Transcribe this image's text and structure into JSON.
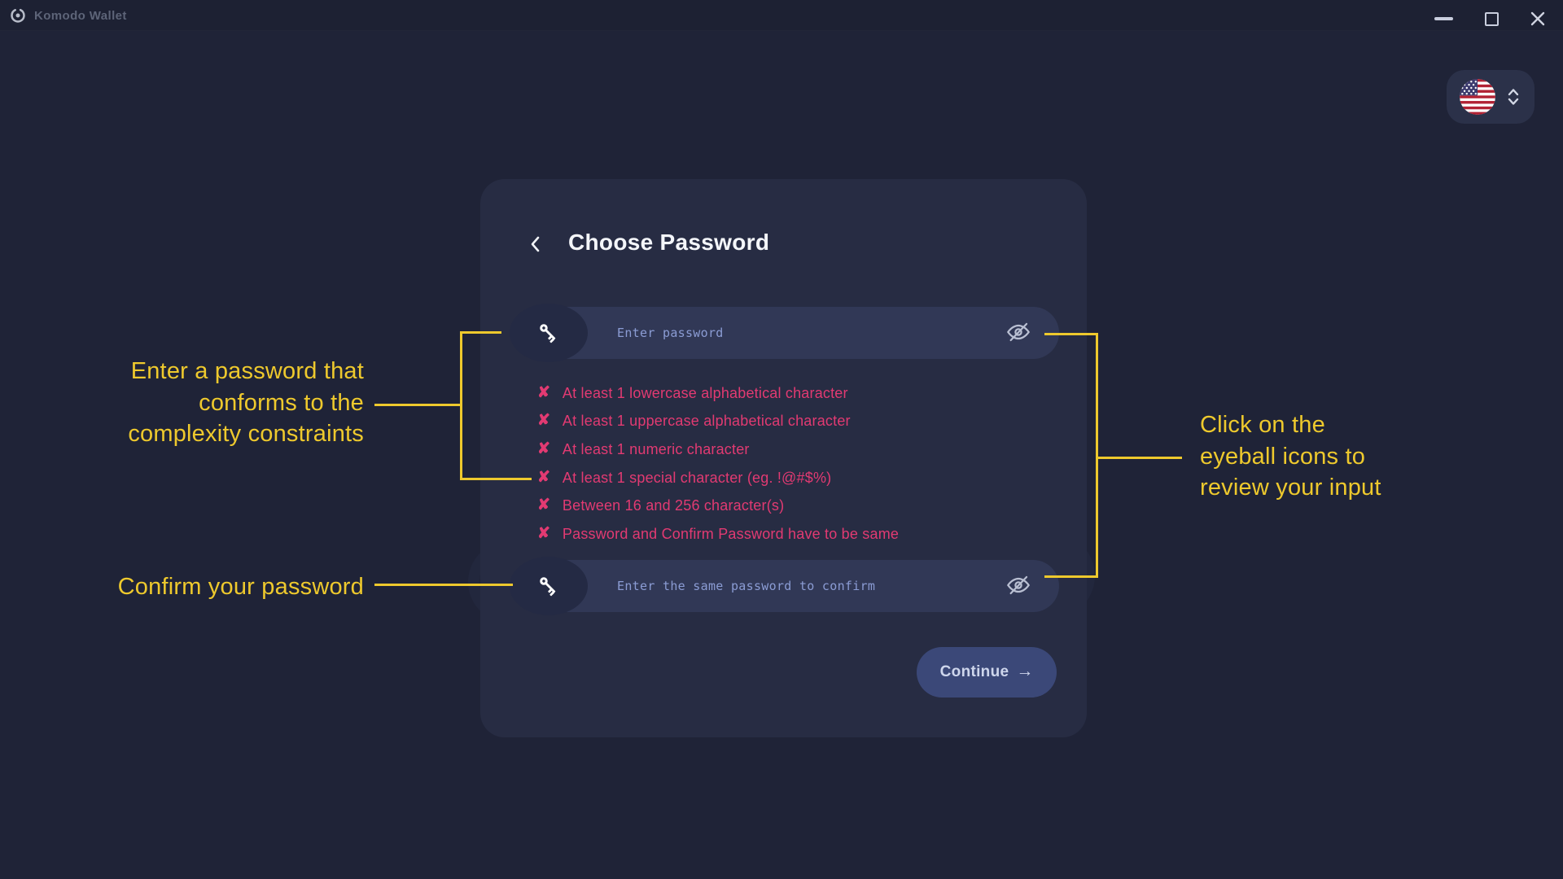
{
  "titlebar": {
    "app_title": "Komodo Wallet",
    "logo_icon": "komodo-logo-icon",
    "controls": {
      "minimize": "minimize-icon",
      "maximize": "maximize-icon",
      "close": "close-icon"
    }
  },
  "language_selector": {
    "flag_icon": "us-flag-icon",
    "chevrons_icon": "up-down-chevrons-icon"
  },
  "dialog": {
    "back_icon": "chevron-left-icon",
    "title": "Choose Password",
    "password_field": {
      "icon": "key-icon",
      "placeholder": "Enter password",
      "value": "",
      "visibility_icon": "eye-slash-icon"
    },
    "validation": {
      "fail_mark": "✘",
      "status_color": "#e23a72",
      "items": [
        "At least 1 lowercase alphabetical character",
        "At least 1 uppercase alphabetical character",
        "At least 1 numeric character",
        "At least 1 special character (eg. !@#$%)",
        "Between 16 and 256 character(s)",
        "Password and Confirm Password have to be same"
      ]
    },
    "confirm_field": {
      "icon": "key-icon",
      "placeholder": "Enter the same password to confirm",
      "value": "",
      "visibility_icon": "eye-slash-icon"
    },
    "continue_button": {
      "label": "Continue",
      "arrow_icon": "→"
    }
  },
  "annotations": {
    "color": "#eec92d",
    "password_note": {
      "lines": [
        "Enter a password that",
        "conforms to the",
        "complexity constraints"
      ]
    },
    "confirm_note": {
      "text": "Confirm your password"
    },
    "eyeball_note": {
      "lines": [
        "Click on the",
        "eyeball icons to",
        "review your input"
      ]
    }
  }
}
